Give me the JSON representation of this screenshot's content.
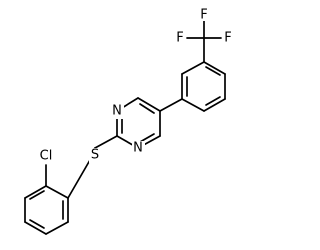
{
  "molecule": {
    "atoms": {
      "f_top": {
        "label": "F",
        "color": "#000000"
      },
      "f_left": {
        "label": "F",
        "color": "#000000"
      },
      "f_right": {
        "label": "F",
        "color": "#000000"
      },
      "n_upper": {
        "label": "N",
        "color": "#000000"
      },
      "n_lower": {
        "label": "N",
        "color": "#000000"
      },
      "s": {
        "label": "S",
        "color": "#000000"
      },
      "cl": {
        "label": "Cl",
        "color": "#000000"
      }
    }
  }
}
